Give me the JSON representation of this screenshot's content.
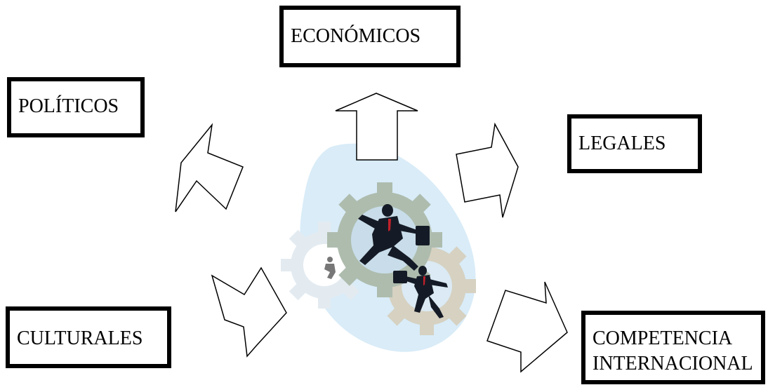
{
  "factors": {
    "economicos": "ECONÓMICOS",
    "politicos": "POLÍTICOS",
    "legales": "LEGALES",
    "culturales": "CULTURALES",
    "competencia_line1": "COMPETENCIA",
    "competencia_line2": "INTERNACIONAL"
  },
  "colors": {
    "box_border": "#000000",
    "arrow_stroke": "#000000",
    "blob": "#d9ecf8",
    "gear_grey": "#a9b8ad",
    "gear_tan": "#d6d1c1",
    "gear_light": "#dfe8ef",
    "suit": "#151b26",
    "tie": "#c0202a"
  },
  "center_art": "businessmen-running-on-gears-clipart"
}
